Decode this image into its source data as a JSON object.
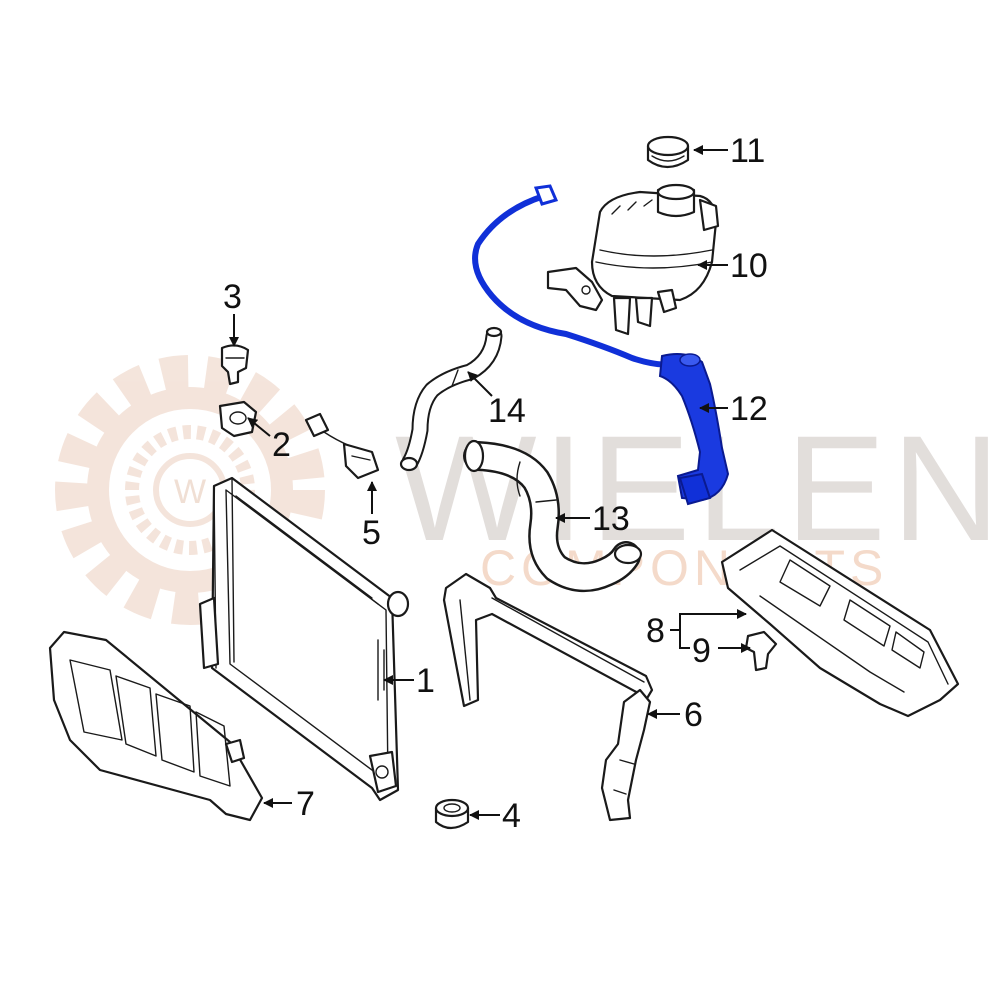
{
  "watermark": {
    "brand": "WIELEN",
    "tagline": "COMPONENTS",
    "emblem_letter": "W",
    "colors": {
      "gear": "#f3e2d8",
      "brand": "#d9d3d0",
      "tagline": "#f2d2bd"
    }
  },
  "colors": {
    "line": "#1a1a1a",
    "highlight": "#1030d8",
    "background": "#ffffff"
  },
  "callouts": [
    {
      "id": "1",
      "label": "1"
    },
    {
      "id": "2",
      "label": "2"
    },
    {
      "id": "3",
      "label": "3"
    },
    {
      "id": "4",
      "label": "4"
    },
    {
      "id": "5",
      "label": "5"
    },
    {
      "id": "6",
      "label": "6"
    },
    {
      "id": "7",
      "label": "7"
    },
    {
      "id": "8",
      "label": "8"
    },
    {
      "id": "9",
      "label": "9"
    },
    {
      "id": "10",
      "label": "10"
    },
    {
      "id": "11",
      "label": "11"
    },
    {
      "id": "12",
      "label": "12"
    },
    {
      "id": "13",
      "label": "13"
    },
    {
      "id": "14",
      "label": "14"
    }
  ]
}
